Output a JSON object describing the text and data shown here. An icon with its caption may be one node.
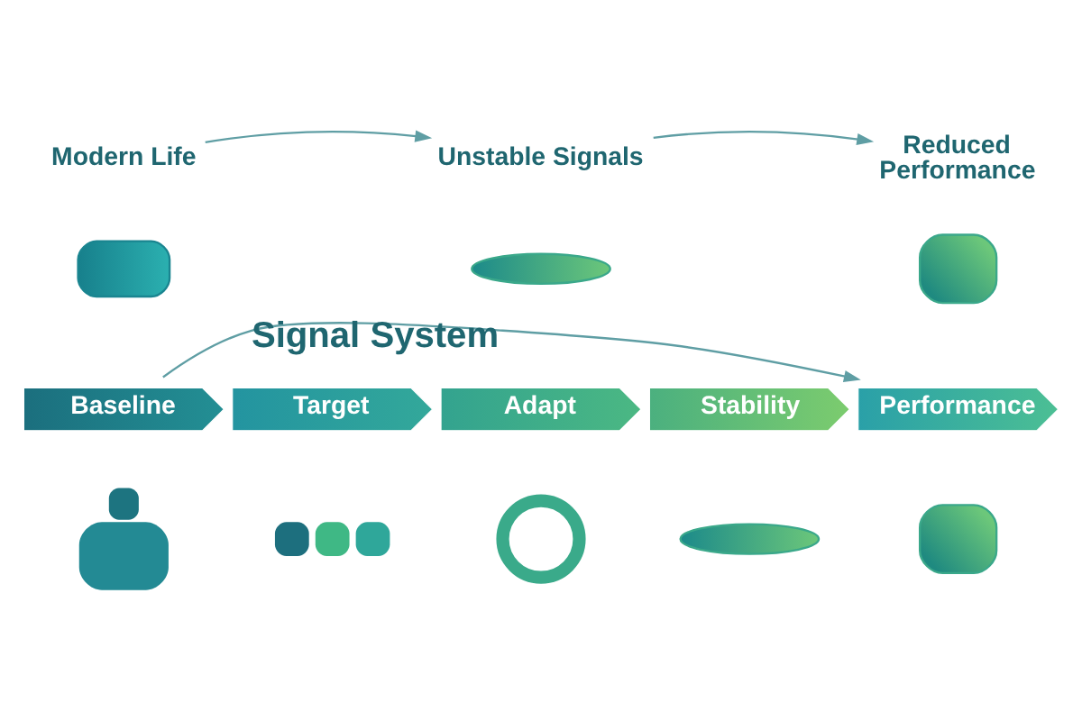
{
  "diagram": {
    "nodes": [
      {
        "text": [
          "Modern Life"
        ]
      },
      {
        "text": [
          "Unstable Signals"
        ]
      },
      {
        "text": [
          "Reduced Performance"
        ]
      },
      {
        "text": [],
        "shape": "picture"
      },
      {
        "text": [],
        "shape": "picture"
      },
      {
        "text": [],
        "shape": "picture"
      },
      {
        "text": [
          "Baseline"
        ]
      },
      {
        "text": [
          "Target"
        ]
      },
      {
        "text": [
          "Adapt"
        ]
      },
      {
        "text": [
          "Stability"
        ]
      },
      {
        "text": [
          "Performance"
        ]
      },
      {
        "text": [],
        "shape": "person"
      },
      {
        "text": [],
        "shape": "picture"
      },
      {
        "text": [],
        "shape": "circle"
      },
      {
        "text": [],
        "shape": "picture"
      },
      {
        "text": [],
        "shape": "picture"
      }
    ],
    "edges": [
      {
        "from": 0,
        "to": 1,
        "arrow": "to"
      },
      {
        "from": 1,
        "to": 2,
        "arrow": "to"
      },
      {
        "from": 6,
        "to": 10,
        "arrow": "to",
        "label": "Signal System"
      }
    ]
  }
}
